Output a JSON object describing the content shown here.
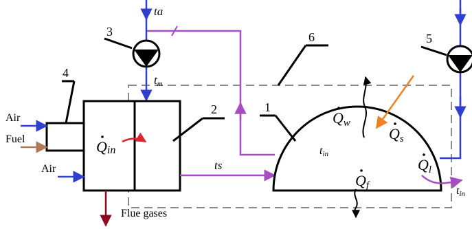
{
  "labels": {
    "num1": "1",
    "num2": "2",
    "num3": "3",
    "num4": "4",
    "num5": "5",
    "num6": "6",
    "ta": "ta",
    "tm_base": "t",
    "tm_sub": "m",
    "ts": "ts",
    "tin_base": "t",
    "tin_sub": "in",
    "tin_out_base": "t",
    "tin_out_sub": "in",
    "air_top": "Air",
    "fuel": "Fuel",
    "air_bottom": "Air",
    "flue_gases": "Flue gases",
    "q_in_base": "Q",
    "q_in_sub": "in",
    "q_w_base": "Q",
    "q_w_sub": "w",
    "q_s_base": "Q",
    "q_s_sub": "s",
    "q_f_base": "Q",
    "q_f_sub": "f",
    "q_l_base": "Q",
    "q_l_sub": "l"
  },
  "colors": {
    "air": "#2f3fd0",
    "fuel": "#b07a5a",
    "water": "#2f3fd0",
    "supply": "#a64ec0",
    "solar": "#f08020",
    "flue": "#8b0a1e",
    "heat_red": "#e0242c",
    "boundary": "#8a8a8a"
  }
}
